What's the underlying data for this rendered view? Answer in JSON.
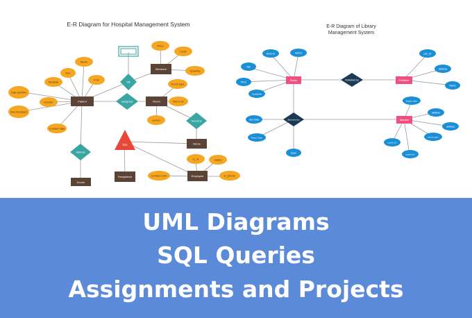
{
  "hospital": {
    "title": "E-R Diagram for Hospital Management System",
    "entities": {
      "patient": "Patient",
      "room": "Room",
      "medicine": "Medicine",
      "nurse": "Nurse",
      "receptionist": "Receptionist",
      "employee": "Employee",
      "doctor": "Doctor"
    },
    "relations": {
      "bill": "bill",
      "assigned": "assigned",
      "governs": "Governs",
      "attends": "attends",
      "isa": "ISA"
    },
    "attributes": {
      "name": "Name",
      "sex": "Sex",
      "pid": "P-ID",
      "website": "Website",
      "date_admitted": "Date admitted",
      "gender": "Gender",
      "date_discharged": "Date discharged",
      "contact_date": "Contact date",
      "price": "Price",
      "code": "Code",
      "quantity": "Quantity",
      "room_type": "Room type",
      "room_id": "Room ID",
      "period": "period",
      "e_id": "E_id",
      "salary": "salary",
      "contact_num": "Contact num",
      "e_phone": "E_phone"
    }
  },
  "library": {
    "title_line1": "E-R Diagram of Library",
    "title_line2": "Management System",
    "entities": {
      "books": "Books",
      "publisher": "Publisher",
      "member": "Member"
    },
    "relations": {
      "published_by": "Published by",
      "borrowed_by": "Borrowed by"
    },
    "attributes": {
      "book_id": "Book ID",
      "author": "Author",
      "title": "Title",
      "price": "Price",
      "availability": "Availability",
      "pub_id": "pub_ID",
      "address": "Address",
      "pub_name": "Name",
      "due_date": "Due Date",
      "return_date": "Return Date",
      "issue": "Issue",
      "expiry_date": "Expiry_date",
      "attribute": "attribute",
      "address2": "address",
      "memb_type": "memb_type",
      "memb_id": "memb_ID",
      "memb_id2": "memb_ID"
    }
  },
  "banner": {
    "line1": "UML Diagrams",
    "line2": "SQL Queries",
    "line3": "Assignments and Projects"
  },
  "colors": {
    "orange": "#f5a623",
    "brown": "#5b4336",
    "teal": "#3aa6a4",
    "red": "#e8473a",
    "blue": "#1a8fd6",
    "pink": "#f0507f",
    "navy": "#1c3a55",
    "banner": "#5b8ad8"
  }
}
